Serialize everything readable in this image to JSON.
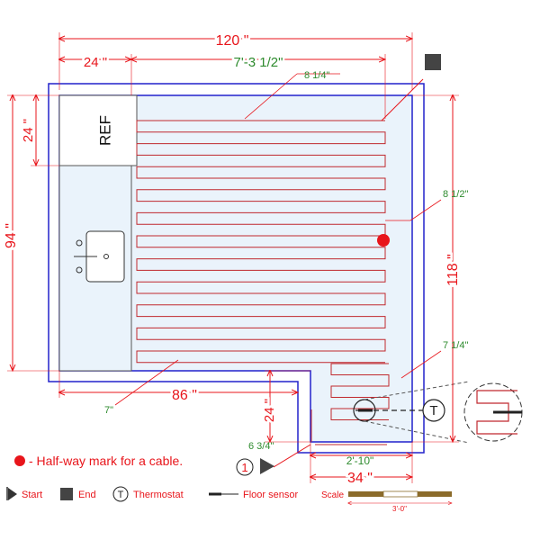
{
  "dimensions": {
    "total_width": "120 \"",
    "ref_width": "24 \"",
    "heated_width": "7'-3 1/2\"",
    "spacing_top": "8 1/4\"",
    "ref_depth": "24 \"",
    "left_height": "94 \"",
    "right_height": "118 \"",
    "spacing_right": "8 1/2\"",
    "spacing_lower": "7 1/4\"",
    "bottom_left_width": "86 \"",
    "notch_depth": "24 \"",
    "offset_bottom": "7\"",
    "start_offset": "6 3/4\"",
    "lower_heated_width": "2'-10\"",
    "notch_width": "34 \""
  },
  "labels": {
    "ref": "REF",
    "start_number": "1",
    "thermostat_letter": "T"
  },
  "note": "- Half-way mark for a cable.",
  "legend": {
    "start": "Start",
    "end": "End",
    "thermostat": "Thermostat",
    "floor_sensor": "Floor sensor",
    "scale": "Scale",
    "scale_value": "3'-0\""
  },
  "colors": {
    "dimension_red": "#e8151b",
    "note_green": "#2e8b2e",
    "wall_blue": "#2222cc",
    "floor_fill": "#eaf3fb",
    "cable_red": "#c0282e",
    "end_marker": "#444444",
    "scale_brown": "#8b6b2a"
  }
}
